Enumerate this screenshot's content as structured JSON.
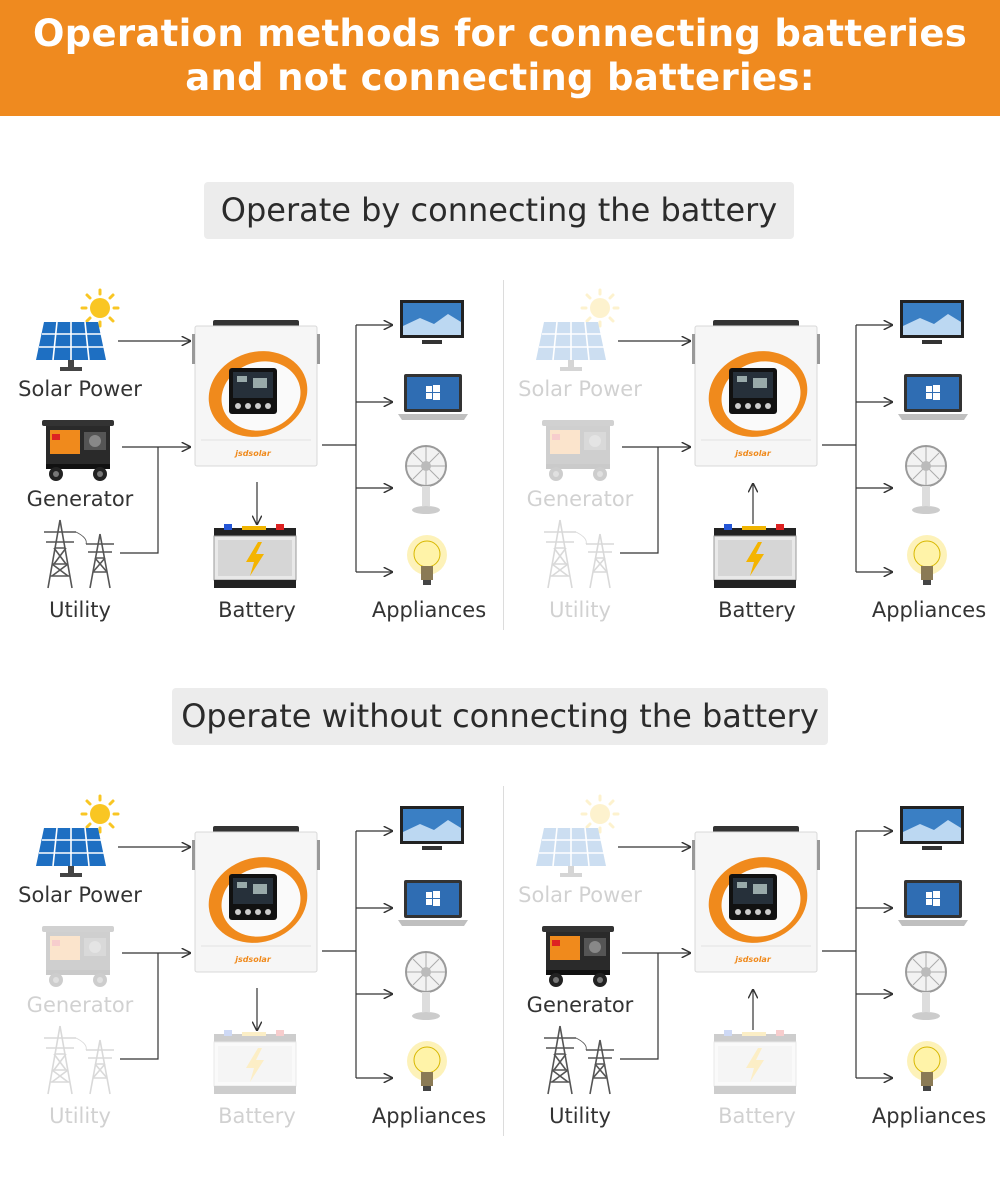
{
  "header": {
    "line1": "Operation methods for connecting batteries",
    "line2": "and not connecting batteries:"
  },
  "sections": [
    {
      "title": "Operate by connecting the battery"
    },
    {
      "title": "Operate without connecting the battery"
    }
  ],
  "labels": {
    "solar": "Solar Power",
    "generator": "Generator",
    "utility": "Utility",
    "battery": "Battery",
    "appliances": "Appliances"
  },
  "inverter_brand": "jsdsolar",
  "colors": {
    "banner": "#ef8a1f",
    "inverter_accent": "#f08a1c",
    "wire": "#333333"
  },
  "panels": [
    {
      "id": "p1",
      "solar": true,
      "generator": true,
      "utility": true,
      "battery": true,
      "battery_flow": "charge"
    },
    {
      "id": "p2",
      "solar": false,
      "generator": false,
      "utility": false,
      "battery": true,
      "battery_flow": "discharge"
    },
    {
      "id": "p3",
      "solar": true,
      "generator": false,
      "utility": false,
      "battery": false,
      "battery_flow": "charge"
    },
    {
      "id": "p4",
      "solar": false,
      "generator": true,
      "utility": true,
      "battery": false,
      "battery_flow": "discharge"
    }
  ]
}
